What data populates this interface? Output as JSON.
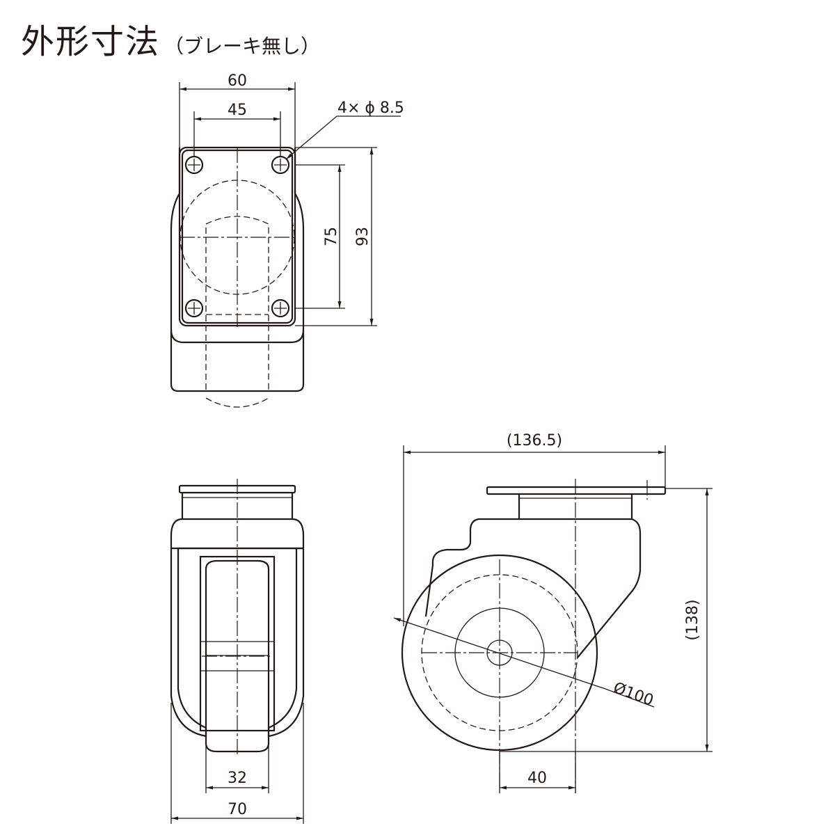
{
  "title": {
    "main": "外形寸法",
    "sub": "（ブレーキ無し）"
  },
  "dimensions": {
    "plate_width": "60",
    "hole_pitch_x": "45",
    "hole_note": "4× ϕ 8.5",
    "hole_pitch_y": "75",
    "plate_length": "93",
    "swivel_radius": "(136.5)",
    "overall_height": "(138)",
    "wheel_diameter": "Ø100",
    "wheel_width": "32",
    "bracket_width": "70",
    "offset": "40"
  }
}
